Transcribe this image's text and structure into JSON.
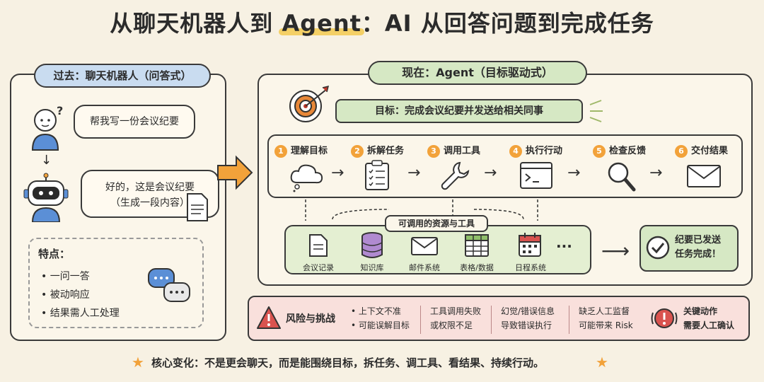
{
  "title": {
    "part1": "从聊天机器人到 ",
    "highlight": "Agent",
    "part2": "：AI 从回答问题到完成任务"
  },
  "past": {
    "header": "过去：聊天机器人（问答式）",
    "user_bubble": "帮我写一份会议纪要",
    "bot_line1": "好的，这是会议纪要",
    "bot_line2": "（生成一段内容）",
    "features_title": "特点：",
    "features": [
      "一问一答",
      "被动响应",
      "结果需人工处理"
    ]
  },
  "now": {
    "header": "现在：Agent（目标驱动式）",
    "goal": "目标：完成会议纪要并发送给相关同事",
    "steps": [
      {
        "num": "1",
        "label": "理解目标",
        "icon": "cloud-icon"
      },
      {
        "num": "2",
        "label": "拆解任务",
        "icon": "checklist-icon"
      },
      {
        "num": "3",
        "label": "调用工具",
        "icon": "wrench-icon"
      },
      {
        "num": "4",
        "label": "执行行动",
        "icon": "terminal-icon"
      },
      {
        "num": "5",
        "label": "检查反馈",
        "icon": "magnifier-icon"
      },
      {
        "num": "6",
        "label": "交付结果",
        "icon": "envelope-icon"
      }
    ],
    "resources_title": "可调用的资源与工具",
    "resources": [
      {
        "label": "会议记录",
        "icon": "document-icon"
      },
      {
        "label": "知识库",
        "icon": "database-icon"
      },
      {
        "label": "邮件系统",
        "icon": "mail-icon"
      },
      {
        "label": "表格/数据",
        "icon": "table-icon"
      },
      {
        "label": "日程系统",
        "icon": "calendar-icon"
      }
    ],
    "resources_more": "···",
    "result_line1": "纪要已发送",
    "result_line2": "任务完成！"
  },
  "risks": {
    "title": "风险与挑战",
    "col1": [
      "• 上下文不准",
      "• 可能误解目标"
    ],
    "col2": [
      "工具调用失败",
      "或权限不足"
    ],
    "col3": [
      "幻觉/错误信息",
      "导致错误执行"
    ],
    "col4": [
      "缺乏人工监督",
      "可能带来 Risk"
    ],
    "col5": [
      "关键动作",
      "需要人工确认"
    ]
  },
  "footer": "核心变化：不是更会聊天，而是能围绕目标，拆任务、调工具、看结果、持续行动。",
  "colors": {
    "past_header": "#c9dcf0",
    "now_header": "#d6e8c4",
    "green_box": "#e4efd2",
    "risk_bg": "#f9e0dc",
    "orange": "#f2a23a",
    "yellow": "#f2c230"
  }
}
